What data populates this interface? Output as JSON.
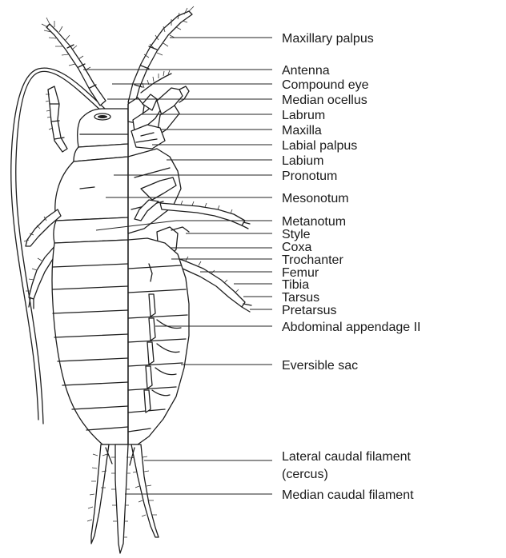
{
  "labels": [
    {
      "id": "maxillary-palpus",
      "text": "Maxillary palpus"
    },
    {
      "id": "antenna",
      "text": "Antenna"
    },
    {
      "id": "compound-eye",
      "text": "Compound eye"
    },
    {
      "id": "median-ocellus",
      "text": "Median ocellus"
    },
    {
      "id": "labrum",
      "text": "Labrum"
    },
    {
      "id": "maxilla",
      "text": "Maxilla"
    },
    {
      "id": "labial-palpus",
      "text": "Labial palpus"
    },
    {
      "id": "labium",
      "text": "Labium"
    },
    {
      "id": "pronotum",
      "text": "Pronotum"
    },
    {
      "id": "mesonotum",
      "text": "Mesonotum"
    },
    {
      "id": "metanotum",
      "text": "Metanotum"
    },
    {
      "id": "style",
      "text": "Style"
    },
    {
      "id": "coxa",
      "text": "Coxa"
    },
    {
      "id": "trochanter",
      "text": "Trochanter"
    },
    {
      "id": "femur",
      "text": "Femur"
    },
    {
      "id": "tibia",
      "text": "Tibia"
    },
    {
      "id": "tarsus",
      "text": "Tarsus"
    },
    {
      "id": "pretarsus",
      "text": "Pretarsus"
    },
    {
      "id": "abdominal-appendage-ii",
      "text": "Abdominal appendage II"
    },
    {
      "id": "eversible-sac",
      "text": "Eversible sac"
    },
    {
      "id": "lateral-caudal-filament",
      "text": "Lateral caudal filament",
      "line2": "(cercus)"
    },
    {
      "id": "median-caudal-filament",
      "text": "Median caudal filament"
    }
  ]
}
